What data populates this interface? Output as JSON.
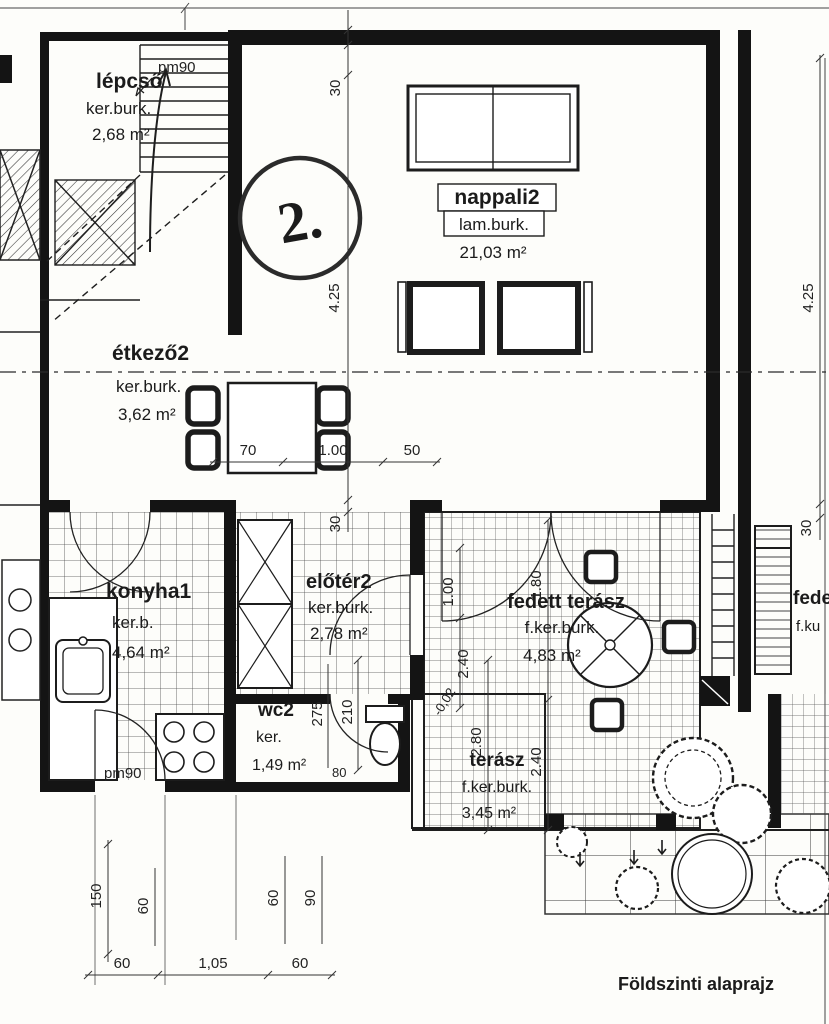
{
  "plan": {
    "title": "Földszinti alaprajz",
    "unit_label": "2."
  },
  "rooms": {
    "lepcso": {
      "name": "lépcső",
      "finish": "ker.burk.",
      "area": "2,68 m²"
    },
    "nappali": {
      "name": "nappali2",
      "finish": "lam.burk.",
      "area": "21,03 m²"
    },
    "etkezo": {
      "name": "étkező2",
      "finish": "ker.burk.",
      "area": "3,62 m²"
    },
    "konyha": {
      "name": "konyha1",
      "finish": "ker.b.",
      "area": "4,64 m²"
    },
    "eloter": {
      "name": "előtér2",
      "finish": "ker.burk.",
      "area": "2,78 m²"
    },
    "wc": {
      "name": "wc2",
      "finish": "ker.",
      "area": "1,49 m²"
    },
    "fedett_terasz": {
      "name": "fedett terász",
      "finish": "f.ker.burk.",
      "area": "4,83 m²"
    },
    "terasz": {
      "name": "terász",
      "finish": "f.ker.burk.",
      "area": "3,45 m²"
    },
    "neighbor_terasz": {
      "name": "fede",
      "finish": "f.ku"
    }
  },
  "doors": {
    "pm90_top": "pm90",
    "pm90_bottom": "pm90"
  },
  "dims": {
    "top_wall": "30",
    "nappali_depth": "4.25",
    "mid_wall": "30",
    "right_depth": "4.25",
    "right_wall": "30",
    "table_70": "70",
    "table_100": "1.00",
    "table_50": "50",
    "terasz_100": "1.00",
    "terasz_240a": "2.40",
    "terasz_180": "1.80",
    "terasz_280": "2.80",
    "terasz_240b": "2.40",
    "level": "-0,02",
    "wc_210": "210",
    "wc_275": "275",
    "wc_80": "80",
    "left_150": "150",
    "left_60a": "60",
    "left_60b": "60",
    "left_90": "90",
    "bottom_60a": "60",
    "bottom_105": "1,05",
    "bottom_60b": "60"
  }
}
